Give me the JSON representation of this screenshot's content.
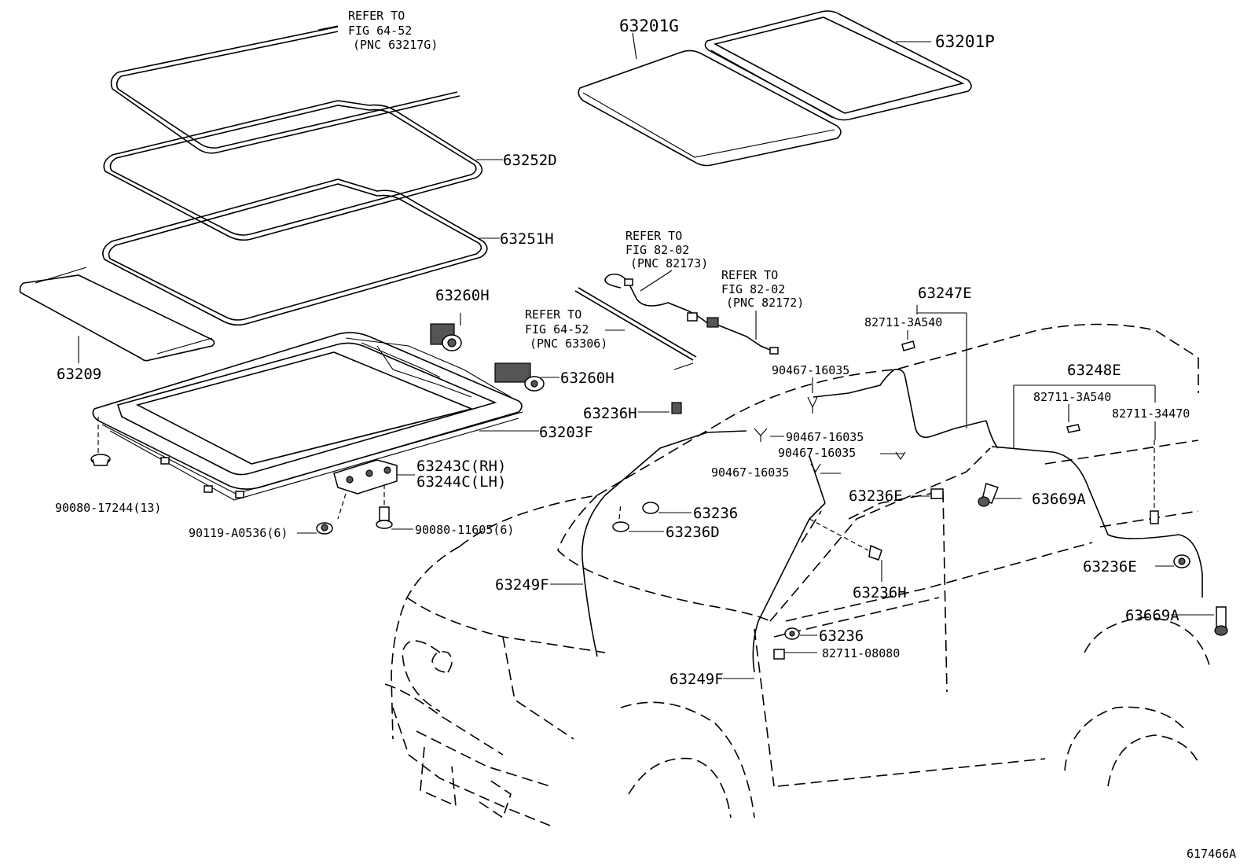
{
  "labels": {
    "ref_6452_a_1": "REFER TO",
    "ref_6452_a_2": "FIG 64-52",
    "ref_6452_a_3": "(PNC 63217G)",
    "p63252D": "63252D",
    "p63251H": "63251H",
    "p63209": "63209",
    "p63260H_a": "63260H",
    "p63260H_b": "63260H",
    "p63203F": "63203F",
    "p63243C": "63243C(RH)",
    "p63244C": "63244C(LH)",
    "p90080_17244": "90080-17244(13)",
    "p90119_A0536": "90119-A0536(6)",
    "p90080_11605": "90080-11605(6)",
    "p63201G": "63201G",
    "p63201P": "63201P",
    "ref_8202_a_1": "REFER TO",
    "ref_8202_a_2": "FIG 82-02",
    "ref_8202_a_3": "(PNC 82173)",
    "ref_8202_b_1": "REFER TO",
    "ref_8202_b_2": "FIG 82-02",
    "ref_8202_b_3": "(PNC 82172)",
    "ref_6452_b_1": "REFER TO",
    "ref_6452_b_2": "FIG 64-52",
    "ref_6452_b_3": "(PNC 63306)",
    "p63247E": "63247E",
    "p82711_3A540_a": "82711-3A540",
    "p90467_16035_a": "90467-16035",
    "p63248E": "63248E",
    "p82711_3A540_b": "82711-3A540",
    "p82711_34470": "82711-34470",
    "p63236H_a": "63236H",
    "p90467_16035_b": "90467-16035",
    "p90467_16035_c": "90467-16035",
    "p90467_16035_d": "90467-16035",
    "p63236E_a": "63236E",
    "p63669A_a": "63669A",
    "p63236_a": "63236",
    "p63236D": "63236D",
    "p63249F_a": "63249F",
    "p63236H_b": "63236H",
    "p63236E_b": "63236E",
    "p63669A_b": "63669A",
    "p63236_b": "63236",
    "p82711_08080": "82711-08080",
    "p63249F_b": "63249F",
    "figure_id": "617466A"
  }
}
